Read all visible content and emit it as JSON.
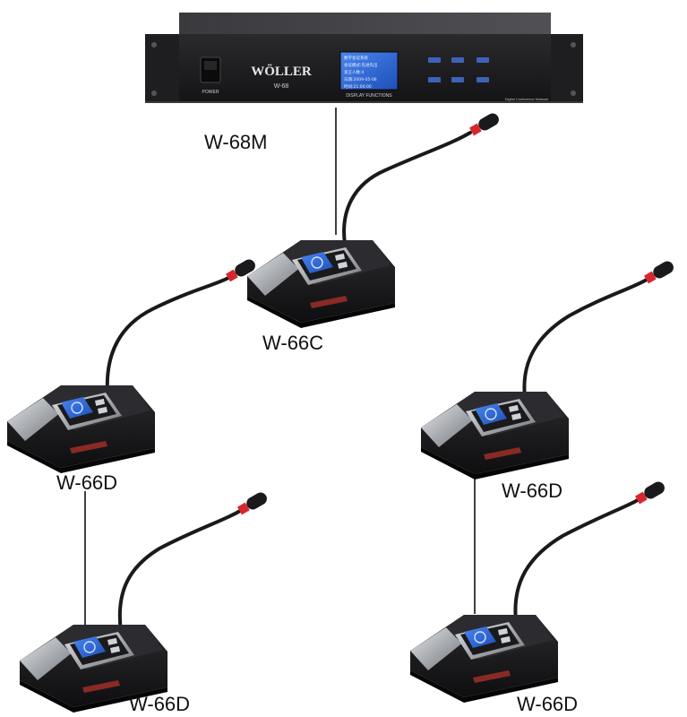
{
  "controller": {
    "brand": "WÖLLER",
    "model": "W-68",
    "power_label": "POWER",
    "display_functions_label": "DISPLAY FUNCTIONS",
    "network_label": "Digital Conference Network",
    "lcd_lines": [
      "数字会议系统",
      "会议模式:先进先出",
      "发言人数:4",
      "日期:2009-05-06",
      "时间:21:00:00"
    ],
    "label": "W-68M"
  },
  "units": [
    {
      "label": "W-66C",
      "role": "chairman"
    },
    {
      "label": "W-66D",
      "role": "delegate"
    },
    {
      "label": "W-66D",
      "role": "delegate"
    },
    {
      "label": "W-66D",
      "role": "delegate"
    },
    {
      "label": "W-66D",
      "role": "delegate"
    }
  ],
  "colors": {
    "lcd": "#2a63d8",
    "chassis": "#1c1c1e",
    "base_silver": "#a8abb0",
    "mic_tip": "#d8262f",
    "cable": "#111111"
  }
}
